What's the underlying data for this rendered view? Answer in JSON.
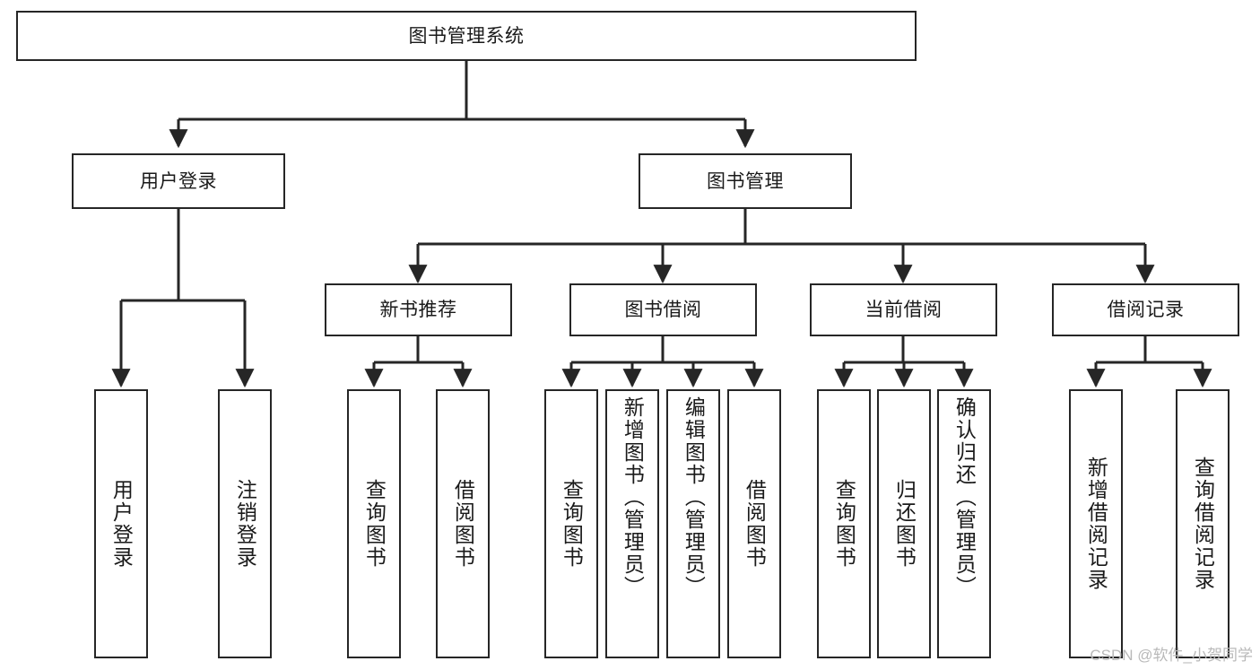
{
  "diagram": {
    "title": "图书管理系统",
    "type": "tree-hierarchy-diagram",
    "colors": {
      "stroke": "#262626",
      "background": "#ffffff",
      "text": "#1a1a1a",
      "watermark": "#b9b9b9"
    },
    "root": {
      "label": "图书管理系统"
    },
    "level1": [
      {
        "label": "用户登录"
      },
      {
        "label": "图书管理"
      }
    ],
    "level2": [
      {
        "label": "新书推荐"
      },
      {
        "label": "图书借阅"
      },
      {
        "label": "当前借阅"
      },
      {
        "label": "借阅记录"
      }
    ],
    "leaves": {
      "user_login": [
        {
          "label": "用户登录"
        },
        {
          "label": "注销登录"
        }
      ],
      "new_book_recommend": [
        {
          "label": "查询图书"
        },
        {
          "label": "借阅图书"
        }
      ],
      "book_borrow": [
        {
          "label": "查询图书"
        },
        {
          "label": "新增图书（管理员）"
        },
        {
          "label": "编辑图书（管理员）"
        },
        {
          "label": "借阅图书"
        }
      ],
      "current_borrow": [
        {
          "label": "查询图书"
        },
        {
          "label": "归还图书"
        },
        {
          "label": "确认归还（管理员）"
        }
      ],
      "borrow_record": [
        {
          "label": "新增借阅记录"
        },
        {
          "label": "查询借阅记录"
        }
      ]
    }
  },
  "watermark": {
    "text": "CSDN @软件_小贺同学"
  }
}
